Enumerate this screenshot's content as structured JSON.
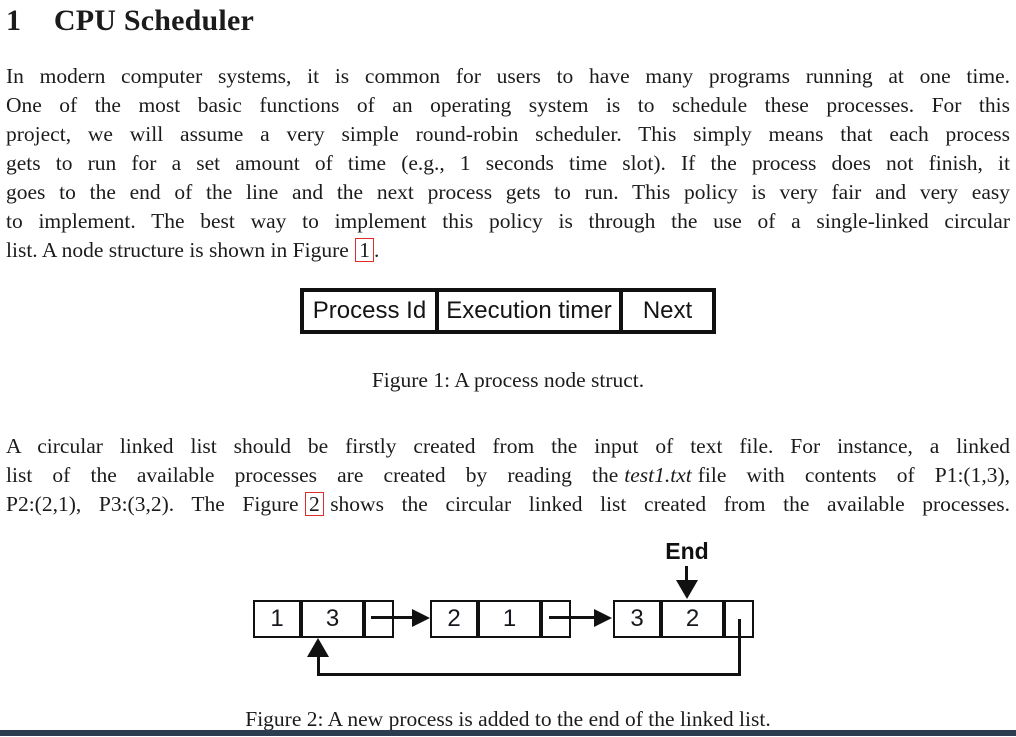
{
  "document": {
    "heading": {
      "number": "1",
      "title": "CPU Scheduler"
    },
    "paragraph1": {
      "lines": [
        "In modern computer systems, it is common for users to have many programs running at one time.",
        "One of the most basic functions of an operating system is to schedule these processes. For this",
        "project, we will assume a very simple round-robin scheduler. This simply means that each process",
        "gets to run for a set amount of time (e.g., 1 seconds time slot). If the process does not finish, it",
        "goes to the end of the line and the next process gets to run. This policy is very fair and very easy",
        "to implement. The best way to implement this policy is through the use of a single-linked circular"
      ],
      "last_line": {
        "prefix": "list. A node structure is shown in Figure",
        "figure_ref": "1",
        "suffix": "."
      }
    },
    "figure1": {
      "fields": [
        "Process Id",
        "Execution timer",
        "Next"
      ],
      "caption": "Figure 1: A process node struct."
    },
    "paragraph2": {
      "line1": "A circular linked list should be firstly created from the input of text file. For instance, a linked",
      "line2": {
        "prefix": "list of the available processes are created by reading the",
        "filename": "test1.txt",
        "suffix": "file with contents of P1:(1,3),"
      },
      "line3": {
        "prefix": "P2:(2,1), P3:(3,2). The Figure",
        "figure_ref": "2",
        "suffix": "shows the circular linked list created from the available processes."
      }
    },
    "figure2": {
      "end_label": "End",
      "nodes": [
        {
          "process_id": "1",
          "execution_timer": "3"
        },
        {
          "process_id": "2",
          "execution_timer": "1"
        },
        {
          "process_id": "3",
          "execution_timer": "2"
        }
      ],
      "caption": "Figure 2: A new process is added to the end of the linked list."
    }
  },
  "colors": {
    "link_box": "#e02b2b",
    "diagram_stroke": "#111111",
    "bottom_bar": "#2d3c50"
  }
}
